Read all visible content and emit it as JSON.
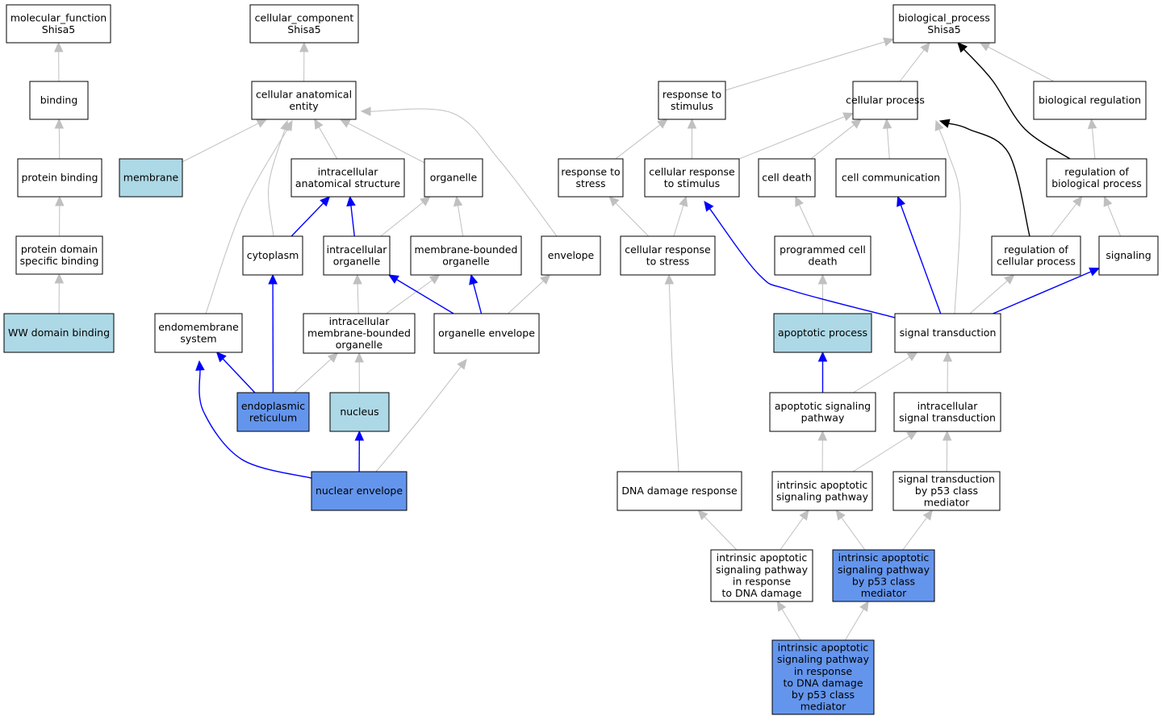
{
  "colors": {
    "plain": "#ffffff",
    "annotated": "#add8e6",
    "direct": "#6495ed",
    "edge_gray": "#c0c0c0",
    "edge_blue": "#0000ff",
    "edge_black": "#000000"
  },
  "nodes": [
    {
      "id": "mf_root",
      "lines": [
        "molecular_function",
        "Shisa5"
      ],
      "fill": "plain"
    },
    {
      "id": "binding",
      "lines": [
        "binding"
      ],
      "fill": "plain"
    },
    {
      "id": "protein_binding",
      "lines": [
        "protein binding"
      ],
      "fill": "plain"
    },
    {
      "id": "pd_binding",
      "lines": [
        "protein domain",
        "specific binding"
      ],
      "fill": "plain"
    },
    {
      "id": "ww_binding",
      "lines": [
        "WW domain binding"
      ],
      "fill": "annotated"
    },
    {
      "id": "cc_root",
      "lines": [
        "cellular_component",
        "Shisa5"
      ],
      "fill": "plain"
    },
    {
      "id": "cae",
      "lines": [
        "cellular anatomical",
        "entity"
      ],
      "fill": "plain"
    },
    {
      "id": "membrane",
      "lines": [
        "membrane"
      ],
      "fill": "annotated"
    },
    {
      "id": "ias",
      "lines": [
        "intracellular",
        "anatomical structure"
      ],
      "fill": "plain"
    },
    {
      "id": "organelle",
      "lines": [
        "organelle"
      ],
      "fill": "plain"
    },
    {
      "id": "cytoplasm",
      "lines": [
        "cytoplasm"
      ],
      "fill": "plain"
    },
    {
      "id": "ic_org",
      "lines": [
        "intracellular",
        "organelle"
      ],
      "fill": "plain"
    },
    {
      "id": "mb_org",
      "lines": [
        "membrane-bounded",
        "organelle"
      ],
      "fill": "plain"
    },
    {
      "id": "envelope",
      "lines": [
        "envelope"
      ],
      "fill": "plain"
    },
    {
      "id": "endomem",
      "lines": [
        "endomembrane",
        "system"
      ],
      "fill": "plain"
    },
    {
      "id": "icmb_org",
      "lines": [
        "intracellular",
        "membrane-bounded",
        "organelle"
      ],
      "fill": "plain"
    },
    {
      "id": "org_env",
      "lines": [
        "organelle envelope"
      ],
      "fill": "plain"
    },
    {
      "id": "er",
      "lines": [
        "endoplasmic",
        "reticulum"
      ],
      "fill": "direct"
    },
    {
      "id": "nucleus",
      "lines": [
        "nucleus"
      ],
      "fill": "annotated"
    },
    {
      "id": "nuc_env",
      "lines": [
        "nuclear envelope"
      ],
      "fill": "direct"
    },
    {
      "id": "bp_root",
      "lines": [
        "biological_process",
        "Shisa5"
      ],
      "fill": "plain"
    },
    {
      "id": "resp_stim",
      "lines": [
        "response to",
        "stimulus"
      ],
      "fill": "plain"
    },
    {
      "id": "cell_proc",
      "lines": [
        "cellular process"
      ],
      "fill": "plain"
    },
    {
      "id": "bio_reg",
      "lines": [
        "biological regulation"
      ],
      "fill": "plain"
    },
    {
      "id": "resp_stress",
      "lines": [
        "response to",
        "stress"
      ],
      "fill": "plain"
    },
    {
      "id": "cell_resp_stim",
      "lines": [
        "cellular response",
        "to stimulus"
      ],
      "fill": "plain"
    },
    {
      "id": "cell_death",
      "lines": [
        "cell death"
      ],
      "fill": "plain"
    },
    {
      "id": "cell_comm",
      "lines": [
        "cell communication"
      ],
      "fill": "plain"
    },
    {
      "id": "reg_bio",
      "lines": [
        "regulation of",
        "biological process"
      ],
      "fill": "plain"
    },
    {
      "id": "cell_resp_stress",
      "lines": [
        "cellular response",
        "to stress"
      ],
      "fill": "plain"
    },
    {
      "id": "pcd",
      "lines": [
        "programmed cell",
        "death"
      ],
      "fill": "plain"
    },
    {
      "id": "reg_cell",
      "lines": [
        "regulation of",
        "cellular process"
      ],
      "fill": "plain"
    },
    {
      "id": "signaling",
      "lines": [
        "signaling"
      ],
      "fill": "plain"
    },
    {
      "id": "apoptotic",
      "lines": [
        "apoptotic process"
      ],
      "fill": "annotated"
    },
    {
      "id": "sig_trans",
      "lines": [
        "signal transduction"
      ],
      "fill": "plain"
    },
    {
      "id": "apo_sig",
      "lines": [
        "apoptotic signaling",
        "pathway"
      ],
      "fill": "plain"
    },
    {
      "id": "ic_sig",
      "lines": [
        "intracellular",
        "signal transduction"
      ],
      "fill": "plain"
    },
    {
      "id": "dna_dmg",
      "lines": [
        "DNA damage response"
      ],
      "fill": "plain"
    },
    {
      "id": "intr_apo",
      "lines": [
        "intrinsic apoptotic",
        "signaling pathway"
      ],
      "fill": "plain"
    },
    {
      "id": "p53_sig",
      "lines": [
        "signal transduction",
        "by p53 class",
        "mediator"
      ],
      "fill": "plain"
    },
    {
      "id": "intr_dna",
      "lines": [
        "intrinsic apoptotic",
        "signaling pathway",
        "in response",
        "to DNA damage"
      ],
      "fill": "plain"
    },
    {
      "id": "intr_p53",
      "lines": [
        "intrinsic apoptotic",
        "signaling pathway",
        "by p53 class",
        "mediator"
      ],
      "fill": "direct"
    },
    {
      "id": "intr_dna_p53",
      "lines": [
        "intrinsic apoptotic",
        "signaling pathway",
        "in response",
        "to DNA damage",
        "by p53 class",
        "mediator"
      ],
      "fill": "direct"
    }
  ],
  "edges": [
    {
      "from": "binding",
      "to": "mf_root",
      "color": "edge_gray"
    },
    {
      "from": "protein_binding",
      "to": "binding",
      "color": "edge_gray"
    },
    {
      "from": "pd_binding",
      "to": "protein_binding",
      "color": "edge_gray"
    },
    {
      "from": "ww_binding",
      "to": "pd_binding",
      "color": "edge_gray"
    },
    {
      "from": "cae",
      "to": "cc_root",
      "color": "edge_gray"
    },
    {
      "from": "membrane",
      "to": "cae",
      "color": "edge_gray"
    },
    {
      "from": "ias",
      "to": "cae",
      "color": "edge_gray"
    },
    {
      "from": "organelle",
      "to": "cae",
      "color": "edge_gray"
    },
    {
      "from": "cytoplasm",
      "to": "cae",
      "color": "edge_gray"
    },
    {
      "from": "endomem",
      "to": "cae",
      "color": "edge_gray"
    },
    {
      "from": "envelope",
      "to": "cae",
      "color": "edge_gray"
    },
    {
      "from": "cytoplasm",
      "to": "ias",
      "color": "edge_blue"
    },
    {
      "from": "ic_org",
      "to": "ias",
      "color": "edge_blue"
    },
    {
      "from": "ic_org",
      "to": "organelle",
      "color": "edge_gray"
    },
    {
      "from": "mb_org",
      "to": "organelle",
      "color": "edge_gray"
    },
    {
      "from": "icmb_org",
      "to": "ic_org",
      "color": "edge_gray"
    },
    {
      "from": "icmb_org",
      "to": "mb_org",
      "color": "edge_gray"
    },
    {
      "from": "org_env",
      "to": "ic_org",
      "color": "edge_blue"
    },
    {
      "from": "org_env",
      "to": "mb_org",
      "color": "edge_blue"
    },
    {
      "from": "org_env",
      "to": "envelope",
      "color": "edge_gray"
    },
    {
      "from": "er",
      "to": "cytoplasm",
      "color": "edge_blue"
    },
    {
      "from": "er",
      "to": "endomem",
      "color": "edge_blue"
    },
    {
      "from": "er",
      "to": "icmb_org",
      "color": "edge_gray"
    },
    {
      "from": "nucleus",
      "to": "icmb_org",
      "color": "edge_gray"
    },
    {
      "from": "nuc_env",
      "to": "nucleus",
      "color": "edge_blue"
    },
    {
      "from": "nuc_env",
      "to": "endomem",
      "color": "edge_blue"
    },
    {
      "from": "nuc_env",
      "to": "org_env",
      "color": "edge_gray"
    },
    {
      "from": "resp_stim",
      "to": "bp_root",
      "color": "edge_gray"
    },
    {
      "from": "cell_proc",
      "to": "bp_root",
      "color": "edge_gray"
    },
    {
      "from": "bio_reg",
      "to": "bp_root",
      "color": "edge_gray"
    },
    {
      "from": "reg_bio",
      "to": "bp_root",
      "color": "edge_black"
    },
    {
      "from": "resp_stress",
      "to": "resp_stim",
      "color": "edge_gray"
    },
    {
      "from": "cell_resp_stim",
      "to": "resp_stim",
      "color": "edge_gray"
    },
    {
      "from": "cell_resp_stim",
      "to": "cell_proc",
      "color": "edge_gray"
    },
    {
      "from": "cell_death",
      "to": "cell_proc",
      "color": "edge_gray"
    },
    {
      "from": "cell_comm",
      "to": "cell_proc",
      "color": "edge_gray"
    },
    {
      "from": "reg_cell",
      "to": "cell_proc",
      "color": "edge_black"
    },
    {
      "from": "sig_trans",
      "to": "cell_proc",
      "color": "edge_gray"
    },
    {
      "from": "reg_bio",
      "to": "bio_reg",
      "color": "edge_gray"
    },
    {
      "from": "cell_resp_stress",
      "to": "resp_stress",
      "color": "edge_gray"
    },
    {
      "from": "cell_resp_stress",
      "to": "cell_resp_stim",
      "color": "edge_gray"
    },
    {
      "from": "pcd",
      "to": "cell_death",
      "color": "edge_gray"
    },
    {
      "from": "reg_cell",
      "to": "reg_bio",
      "color": "edge_gray"
    },
    {
      "from": "signaling",
      "to": "reg_bio",
      "color": "edge_gray"
    },
    {
      "from": "apoptotic",
      "to": "pcd",
      "color": "edge_gray"
    },
    {
      "from": "sig_trans",
      "to": "cell_resp_stim",
      "color": "edge_blue"
    },
    {
      "from": "sig_trans",
      "to": "cell_comm",
      "color": "edge_blue"
    },
    {
      "from": "sig_trans",
      "to": "reg_cell",
      "color": "edge_gray"
    },
    {
      "from": "sig_trans",
      "to": "signaling",
      "color": "edge_blue"
    },
    {
      "from": "apo_sig",
      "to": "apoptotic",
      "color": "edge_blue"
    },
    {
      "from": "apo_sig",
      "to": "sig_trans",
      "color": "edge_gray"
    },
    {
      "from": "ic_sig",
      "to": "sig_trans",
      "color": "edge_gray"
    },
    {
      "from": "dna_dmg",
      "to": "cell_resp_stress",
      "color": "edge_gray"
    },
    {
      "from": "intr_apo",
      "to": "apo_sig",
      "color": "edge_gray"
    },
    {
      "from": "intr_apo",
      "to": "ic_sig",
      "color": "edge_gray"
    },
    {
      "from": "p53_sig",
      "to": "ic_sig",
      "color": "edge_gray"
    },
    {
      "from": "intr_dna",
      "to": "dna_dmg",
      "color": "edge_gray"
    },
    {
      "from": "intr_dna",
      "to": "intr_apo",
      "color": "edge_gray"
    },
    {
      "from": "intr_p53",
      "to": "intr_apo",
      "color": "edge_gray"
    },
    {
      "from": "intr_p53",
      "to": "p53_sig",
      "color": "edge_gray"
    },
    {
      "from": "intr_dna_p53",
      "to": "intr_dna",
      "color": "edge_gray"
    },
    {
      "from": "intr_dna_p53",
      "to": "intr_p53",
      "color": "edge_gray"
    }
  ]
}
